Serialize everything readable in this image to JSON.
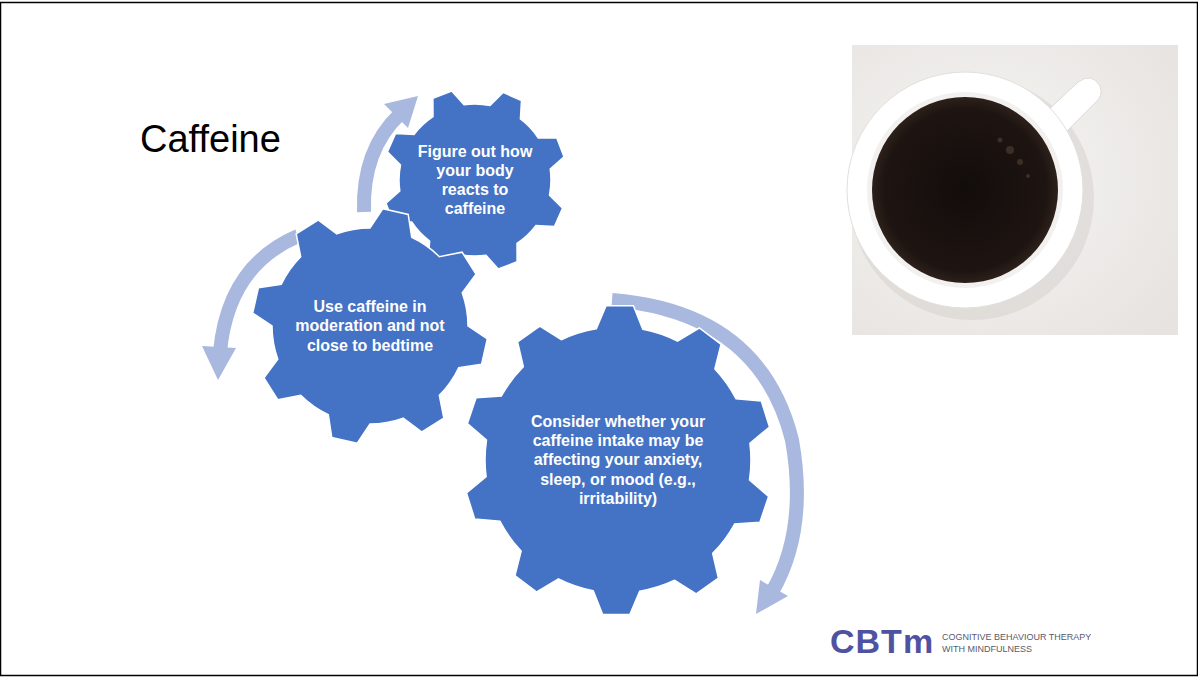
{
  "diagram": {
    "title": "Caffeine",
    "nodes": [
      {
        "text": [
          "Figure out how your body reacts to caffeine"
        ]
      },
      {
        "text": [
          "Use caffeine in moderation and not close to bedtime"
        ]
      },
      {
        "text": [
          "Consider whether your caffeine intake may be affecting your anxiety, sleep, or mood (e.g., irritability)"
        ]
      }
    ],
    "labels": [
      "CBTm",
      "COGNITIVE BEHAVIOUR THERAPY WITH MINDFULNESS"
    ]
  }
}
